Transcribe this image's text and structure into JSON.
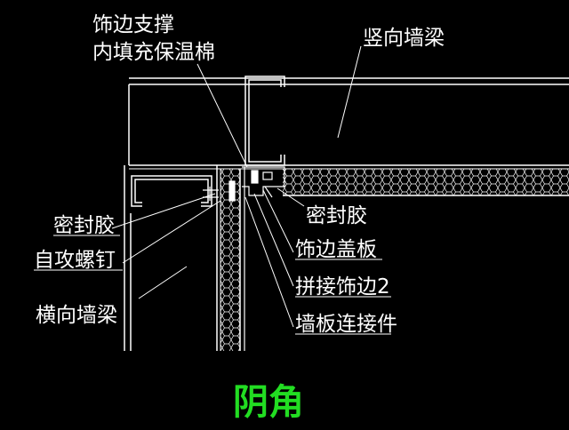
{
  "labels": {
    "trim_support": "饰边支撑",
    "insulation": "内填充保温棉",
    "vertical_beam": "竖向墙梁",
    "sealant_left": "密封胶",
    "self_tapping_screw": "自攻螺钉",
    "horizontal_beam": "横向墙梁",
    "sealant_right": "密封胶",
    "trim_cover": "饰边盖板",
    "splice_trim": "拼接饰边2",
    "panel_connector": "墙板连接件"
  },
  "title": "阴角",
  "colors": {
    "background": "#000000",
    "lines": "#ffffff",
    "title": "#22dd22"
  }
}
